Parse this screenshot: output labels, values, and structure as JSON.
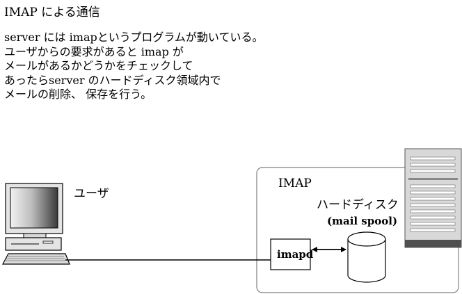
{
  "title": "IMAP による通信",
  "description": [
    "server には imapというプログラムが動いている。",
    "ユーザからの要求があると imap が",
    "メールがあるかどうかをチェックして",
    "あったらserver のハードディスク領域内で",
    "メールの削除、 保存を行う。"
  ],
  "diagram": {
    "user_label": "ユーザ",
    "server_label": "IMAP",
    "disk_label": "ハードディスク",
    "disk_sublabel": "(mail spool)",
    "daemon_label": "imapd"
  }
}
